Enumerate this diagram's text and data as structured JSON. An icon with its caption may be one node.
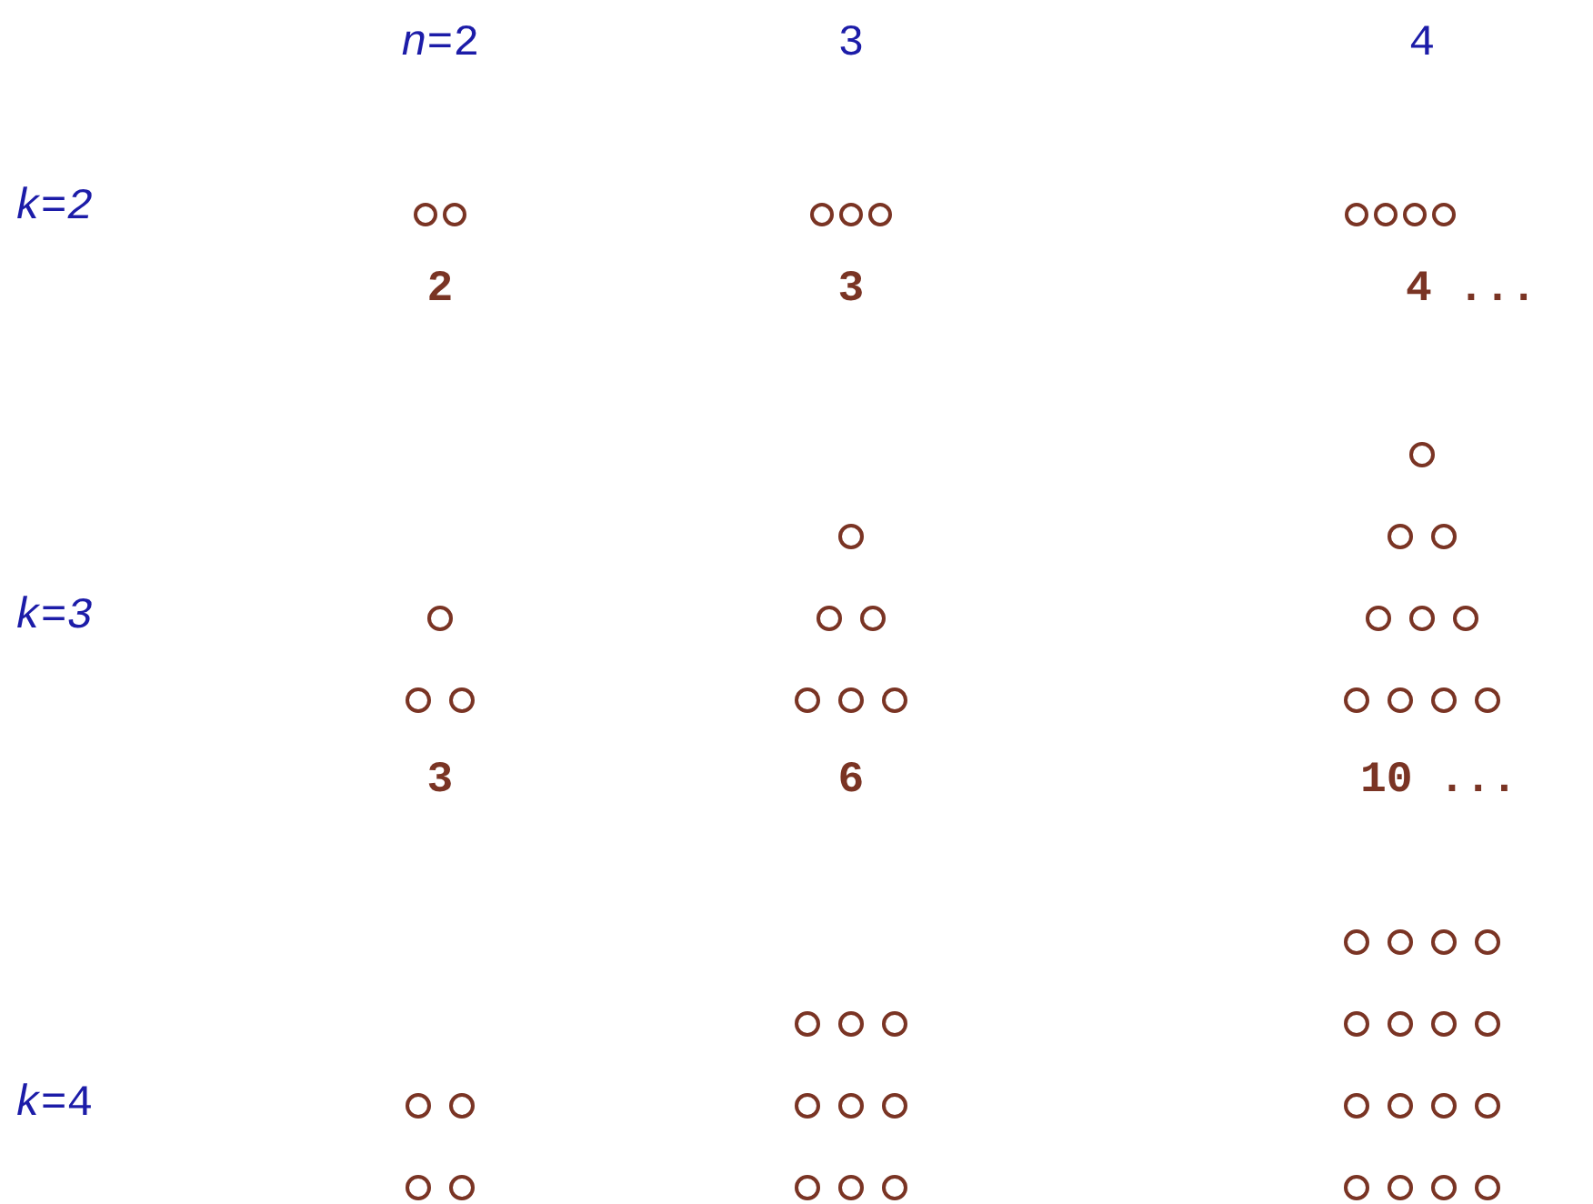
{
  "diagram": {
    "labels": [
      "*n*=2",
      "3",
      "4",
      "*k=2*",
      "2",
      "3",
      "4 ...",
      "*k=3*",
      "3",
      "6",
      "10 ...",
      "*k*=4"
    ]
  }
}
